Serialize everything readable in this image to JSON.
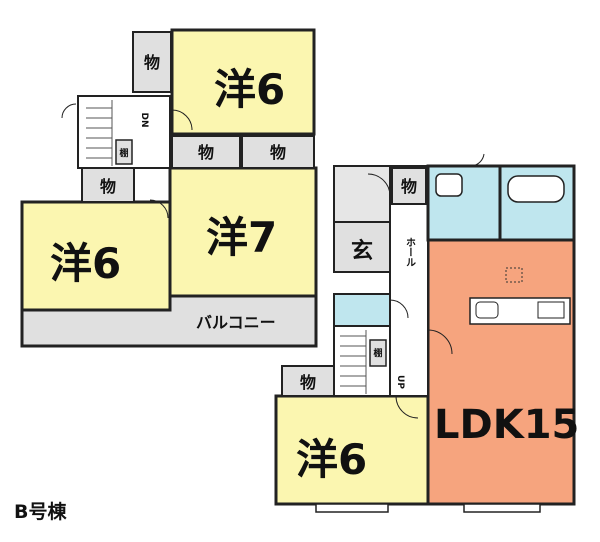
{
  "caption": "B号棟",
  "colors": {
    "western_room": "#fbf6b0",
    "ldk": "#f6a47e",
    "water": "#bfe6ee",
    "floor": "#ffffff",
    "balcony": "#e0e0e0",
    "wall": "#222222"
  },
  "labels": {
    "western": "洋",
    "storage": "物",
    "entrance": "玄",
    "hall": "ホール",
    "balcony": "バルコニー",
    "ldk": "LDK15",
    "up": "UP",
    "down": "DN",
    "closet_small": "棚",
    "size_6": "6",
    "size_7": "7"
  }
}
